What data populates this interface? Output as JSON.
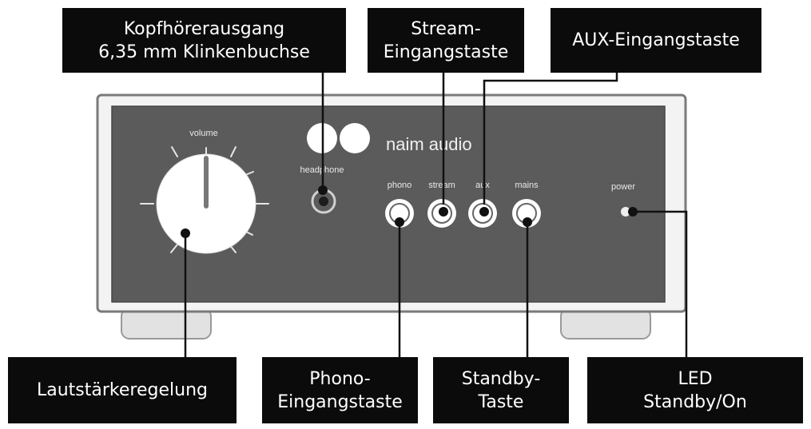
{
  "callouts": {
    "headphone": {
      "line1": "Kopfhörerausgang",
      "line2": "6,35 mm Klinkenbuchse"
    },
    "stream": {
      "line1": "Stream-",
      "line2": "Eingangstaste"
    },
    "aux": {
      "line1": "AUX-Eingangstaste"
    },
    "volume": {
      "line1": "Lautstärkeregelung"
    },
    "phono": {
      "line1": "Phono-",
      "line2": "Eingangstaste"
    },
    "standby": {
      "line1": "Standby-",
      "line2": "Taste"
    },
    "led": {
      "line1": "LED",
      "line2": "Standby/On"
    }
  },
  "panel": {
    "brand": "naim audio",
    "volume_label": "volume",
    "headphone_label": "headphone",
    "buttons": {
      "phono": "phono",
      "stream": "stream",
      "aux": "aux",
      "mains": "mains"
    },
    "power_label": "power"
  },
  "colors": {
    "callout_bg": "#0b0b0b",
    "panel_face": "#5b5b5b",
    "chassis": "#f3f3f3",
    "leader": "#111111"
  }
}
